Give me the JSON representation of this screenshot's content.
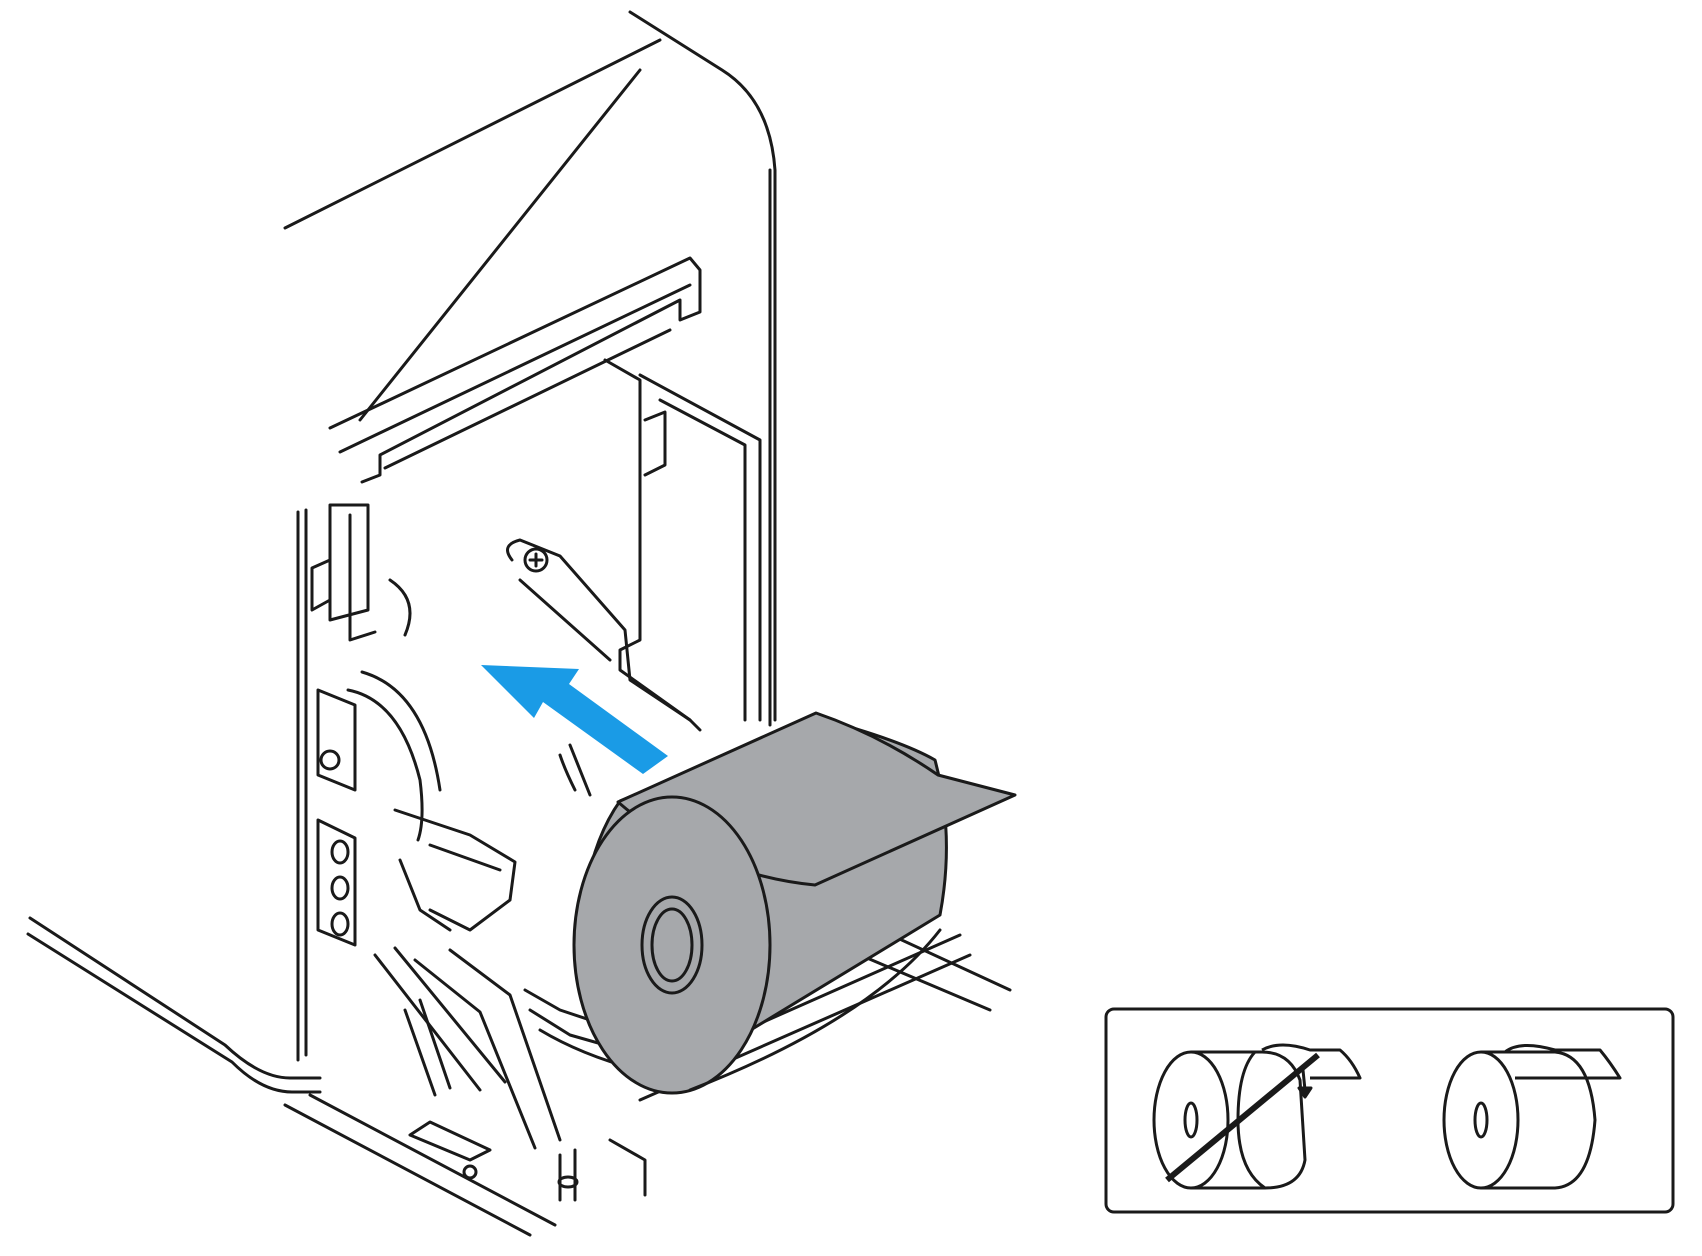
{
  "illustration": {
    "subject": "printer-paper-roll-loading",
    "arrow_direction": "insert-into-printer",
    "colors": {
      "outline": "#1a1a1a",
      "paper_roll": "#a6a8ab",
      "arrow": "#1a9be6",
      "background": "#ffffff"
    }
  },
  "inset": {
    "examples": [
      {
        "orientation": "paper-feeds-from-bottom",
        "status": "incorrect",
        "marker": "strike-through"
      },
      {
        "orientation": "paper-feeds-from-top",
        "status": "correct",
        "marker": "none"
      }
    ]
  }
}
